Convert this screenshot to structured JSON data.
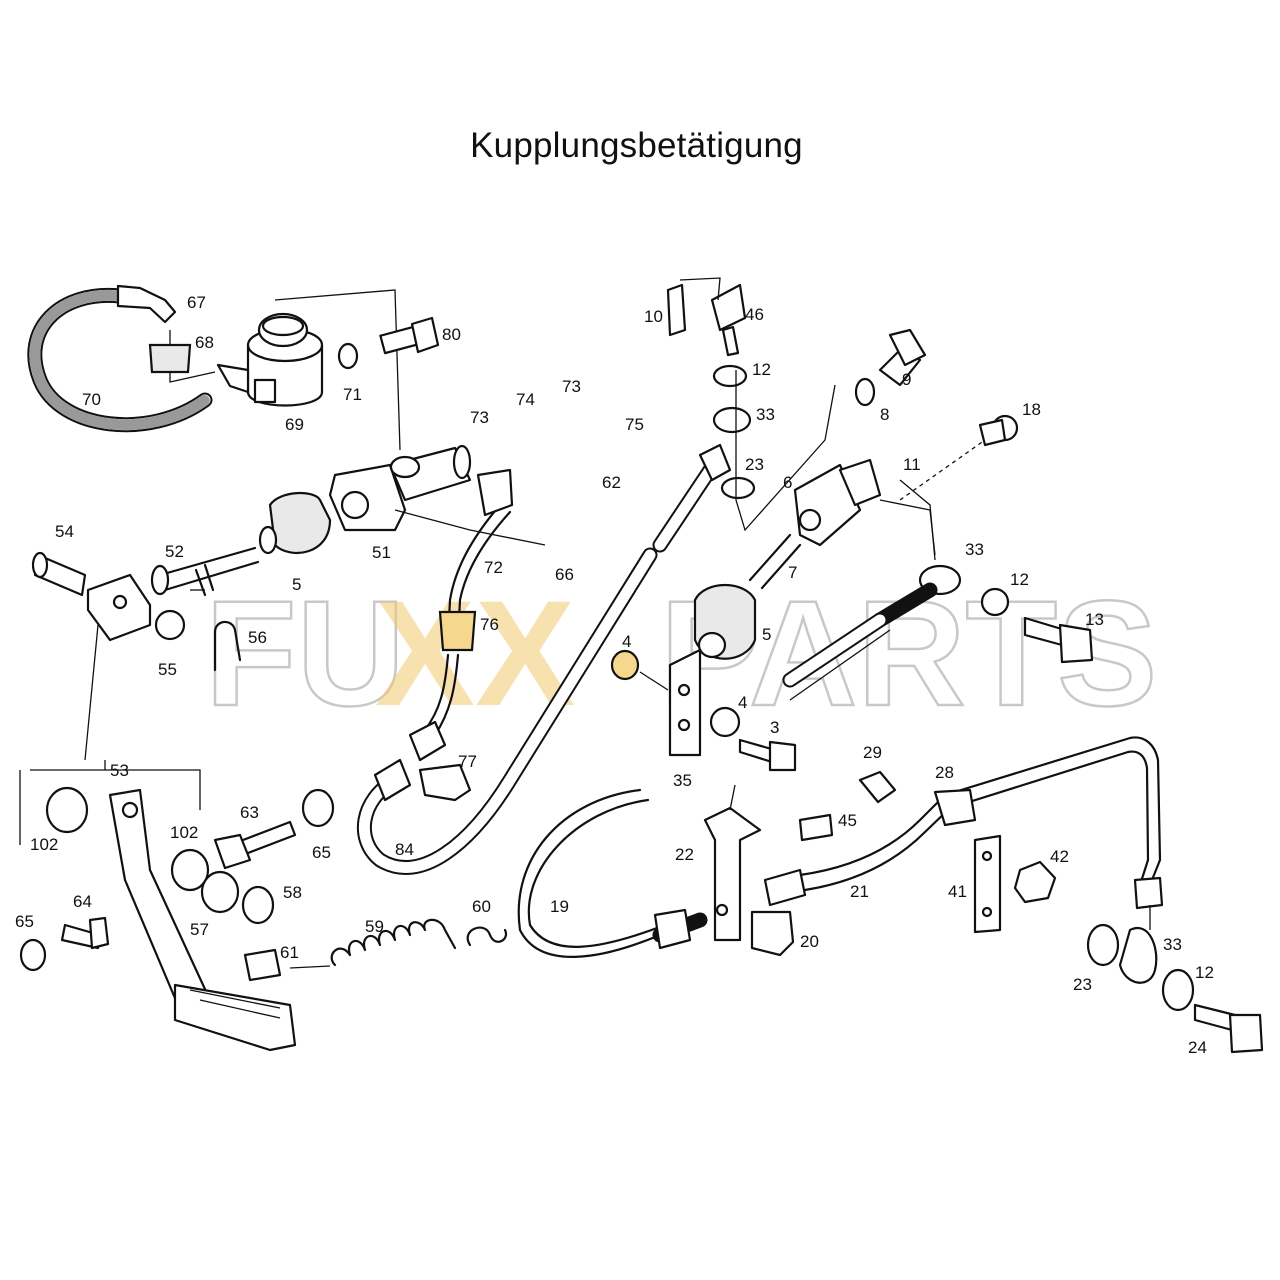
{
  "title": "Kupplungsbetätigung",
  "watermark": {
    "part1": "FU",
    "part2": "XX",
    "part3": "PARTS",
    "accent_color": "#f0c86e"
  },
  "labels": [
    "67",
    "68",
    "70",
    "69",
    "71",
    "80",
    "10",
    "46",
    "12",
    "9",
    "8",
    "73",
    "74",
    "73",
    "75",
    "33",
    "23",
    "18",
    "11",
    "6",
    "62",
    "54",
    "52",
    "51",
    "5",
    "72",
    "66",
    "76",
    "7",
    "33",
    "12",
    "13",
    "55",
    "56",
    "4",
    "5",
    "4",
    "3",
    "53",
    "102",
    "102",
    "63",
    "65",
    "84",
    "77",
    "35",
    "29",
    "28",
    "45",
    "22",
    "42",
    "21",
    "41",
    "58",
    "57",
    "64",
    "65",
    "61",
    "59",
    "60",
    "19",
    "20",
    "23",
    "33",
    "12",
    "24"
  ]
}
